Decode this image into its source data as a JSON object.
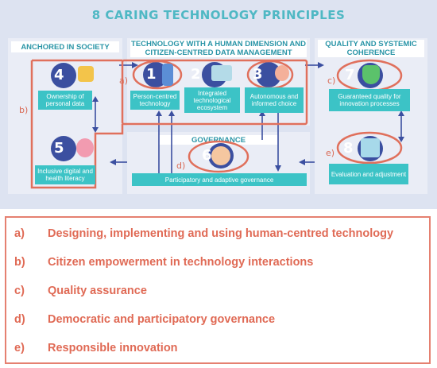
{
  "title": "8 CARING TECHNOLOGY PRINCIPLES",
  "sections": {
    "society": "ANCHORED IN SOCIETY",
    "tech": "TECHNOLOGY WITH A HUMAN DIMENSION AND CITIZEN-CENTRED DATA MANAGEMENT",
    "quality": "QUALITY AND SYSTEMIC COHERENCE",
    "governance": "GOVERNANCE"
  },
  "principles": [
    {
      "num": "1",
      "label": "Person-centred technology",
      "icon": "phone-person-icon"
    },
    {
      "num": "2",
      "label": "Integrated technological ecosystem",
      "icon": "screen-network-icon"
    },
    {
      "num": "3",
      "label": "Autonomous and informed choice",
      "icon": "hand-check-icon"
    },
    {
      "num": "4",
      "label": "Ownership of personal data",
      "icon": "key-icon"
    },
    {
      "num": "5",
      "label": "Inclusive digital and health literacy",
      "icon": "head-brain-icon"
    },
    {
      "num": "6",
      "label": "Participatory and adaptive governance",
      "icon": "hands-together-icon"
    },
    {
      "num": "7",
      "label": "Guaranteed quality for innovation processes",
      "icon": "shield-check-icon"
    },
    {
      "num": "8",
      "label": "Evaluation and adjustment",
      "icon": "chart-magnifier-icon"
    }
  ],
  "markers": [
    "a)",
    "b)",
    "c)",
    "d)",
    "e)"
  ],
  "legend": [
    {
      "key": "a)",
      "text": "Designing, implementing and using human-centred technology"
    },
    {
      "key": "b)",
      "text": "Citizen empowerment in technology interactions"
    },
    {
      "key": "c)",
      "text": "Quality assurance"
    },
    {
      "key": "d)",
      "text": "Democratic and participatory governance"
    },
    {
      "key": "e)",
      "text": "Responsible innovation"
    }
  ],
  "colors": {
    "teal": "#3cc3c6",
    "header_text": "#2a95a7",
    "navy": "#3b4fa0",
    "highlight": "#e0705c",
    "background": "#dde3f1"
  }
}
